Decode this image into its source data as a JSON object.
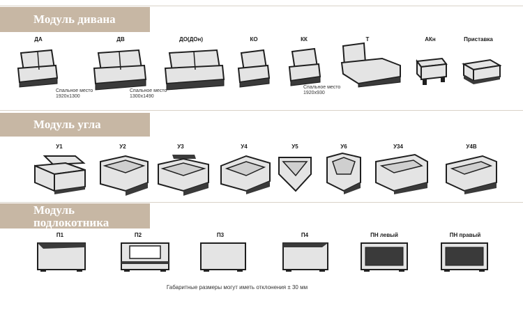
{
  "sections": {
    "sofa": {
      "title": "Модуль дивана",
      "items": [
        "ДА",
        "ДВ",
        "ДО(ДОн)",
        "КО",
        "КК",
        "Т",
        "АКн",
        "Приставка"
      ],
      "notes": [
        [
          "Спальное место",
          "1920x1300"
        ],
        [
          "Спальное место",
          "1300x1490"
        ],
        [
          "Спальное место",
          "1920x930"
        ]
      ]
    },
    "corner": {
      "title": "Модуль угла",
      "items": [
        "У1",
        "У2",
        "У3",
        "У4",
        "У5",
        "У6",
        "У34",
        "У4В"
      ]
    },
    "armrest": {
      "title_line1": "Модуль",
      "title_line2": "подлокотника",
      "items": [
        "П1",
        "П2",
        "П3",
        "П4",
        "ПН левый",
        "ПН правый"
      ]
    }
  },
  "footer": "Габаритные размеры могут иметь отклонения ± 30 мм",
  "colors": {
    "tab": "#c7b7a4",
    "upholstery": "#e4e4e4",
    "dark": "#3a3a3a",
    "outline": "#1f1f1f"
  }
}
